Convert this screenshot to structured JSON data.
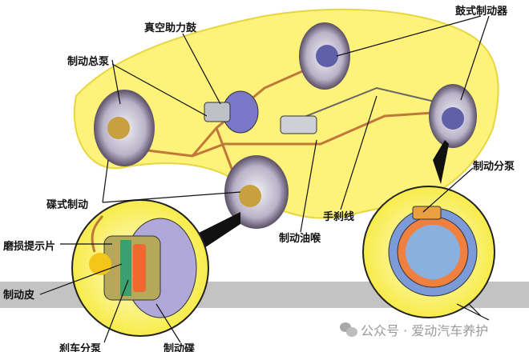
{
  "labels": {
    "vacuum_booster": "真空助力鼓",
    "drum_brake": "鼓式制动器",
    "master_cylinder": "制动总泵",
    "disc_brake": "碟式制动",
    "wheel_cylinder": "制动分泵",
    "handbrake_cable": "手刹线",
    "brake_hose": "制动油喉",
    "wear_indicator": "磨损提示片",
    "brake_pad": "制动皮",
    "caliper_cylinder": "刹车分泵",
    "brake_disc": "制动碟"
  },
  "watermark": {
    "icon": "wechat-icon",
    "text": "公众号 · 爱动汽车养护"
  },
  "colors": {
    "car_body": "#fdf27a",
    "brake_line": "#c0783a",
    "band": "#b9b9b9"
  }
}
